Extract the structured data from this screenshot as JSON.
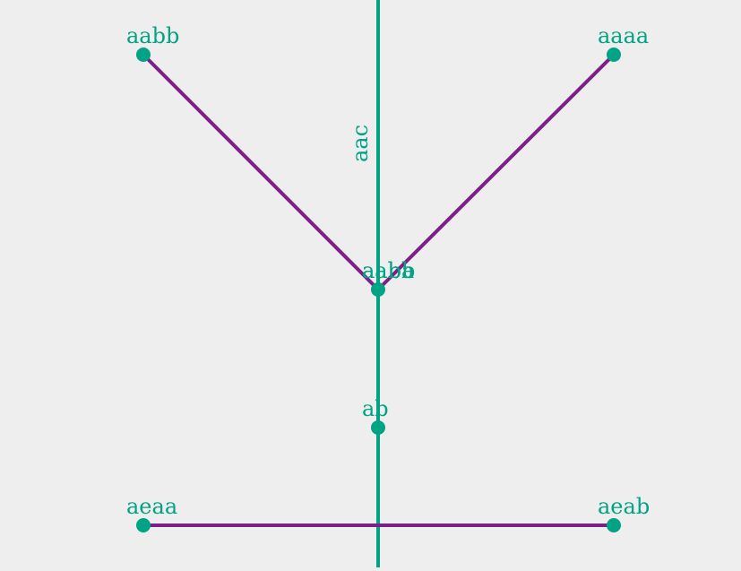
{
  "colors": {
    "background": "#eeeeee",
    "accent": "#00a383",
    "edge": "#7d1f87"
  },
  "nodes": {
    "aabb": "aabb",
    "aaaa": "aaaa",
    "aaba": "aaba",
    "aabb_center": "aabb",
    "ab": "ab",
    "aeaa": "aeaa",
    "aeab": "aeab"
  },
  "axis_label": "aac"
}
